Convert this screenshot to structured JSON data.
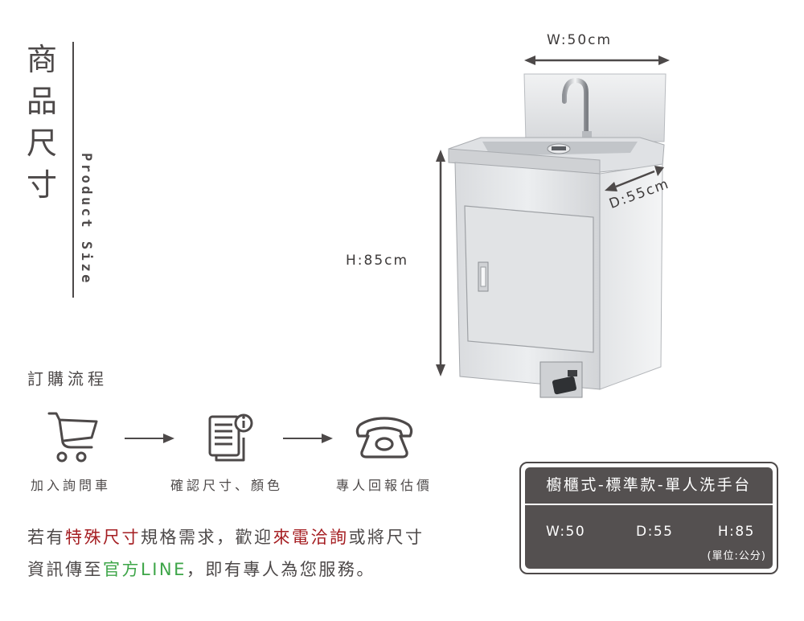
{
  "heading": {
    "title_cn_chars": [
      "商",
      "品",
      "尺",
      "寸"
    ],
    "title_en": "Product Size"
  },
  "product_image": {
    "description": "stainless steel cabinet hand wash sink with gooseneck faucet and foot pedal",
    "dimensions": {
      "width_label": "W:50cm",
      "depth_label": "D:55cm",
      "height_label": "H:85cm"
    },
    "colors": {
      "steel_light": "#e9eaec",
      "steel_mid": "#c9cbce",
      "steel_dark": "#9fa2a6",
      "arrow": "#4d4949"
    }
  },
  "order_flow": {
    "title": "訂購流程",
    "steps": [
      {
        "icon": "shopping-cart-icon",
        "label": "加入詢問車"
      },
      {
        "icon": "document-info-icon",
        "label": "確認尺寸、顏色"
      },
      {
        "icon": "telephone-icon",
        "label": "專人回報估價"
      }
    ]
  },
  "note": {
    "line1": [
      {
        "text": "若有",
        "style": "normal"
      },
      {
        "text": "特殊尺寸",
        "style": "red"
      },
      {
        "text": "規格需求，歡迎",
        "style": "normal"
      },
      {
        "text": "來電洽詢",
        "style": "red"
      },
      {
        "text": "或將尺寸",
        "style": "normal"
      }
    ],
    "line2": [
      {
        "text": "資訊傳至",
        "style": "normal"
      },
      {
        "text": "官方LINE",
        "style": "green"
      },
      {
        "text": "，即有專人為您服務。",
        "style": "normal"
      }
    ],
    "colors": {
      "red": "#a51e22",
      "green": "#3da548",
      "text": "#4d4949"
    }
  },
  "spec_box": {
    "title": "櫥櫃式-標準款-單人洗手台",
    "width": "W:50",
    "depth": "D:55",
    "height": "H:85",
    "unit_note": "(單位:公分)",
    "colors": {
      "background": "#545050",
      "text": "#ffffff"
    }
  }
}
